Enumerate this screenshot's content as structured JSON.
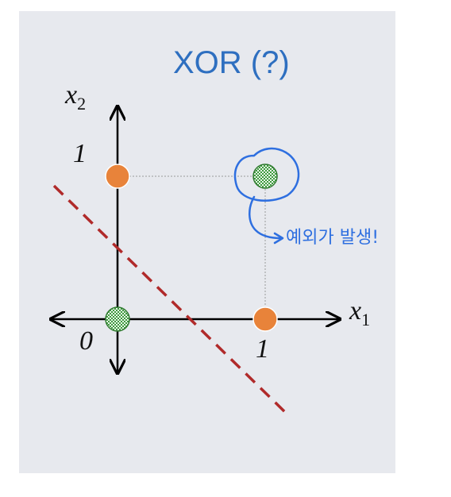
{
  "title": "XOR (?)",
  "axes": {
    "x": {
      "var": "x",
      "sub": "1"
    },
    "y": {
      "var": "x",
      "sub": "2"
    }
  },
  "ticks": {
    "origin": "0",
    "x_one": "1",
    "y_one": "1"
  },
  "points": [
    {
      "name": "point-0-0",
      "x": 0,
      "y": 0,
      "style": "green-checker"
    },
    {
      "name": "point-1-0",
      "x": 1,
      "y": 0,
      "style": "orange"
    },
    {
      "name": "point-0-1",
      "x": 0,
      "y": 1,
      "style": "orange"
    },
    {
      "name": "point-1-1",
      "x": 1,
      "y": 1,
      "style": "green-checker"
    }
  ],
  "annotation": {
    "text": "예외가 발생!"
  },
  "colors": {
    "panel_bg": "#e7e9ee",
    "title": "#2e6fc0",
    "orange": "#e8833a",
    "green": "#3e9a3e",
    "divider": "#b02a2a",
    "annotation": "#2e6fe0",
    "guide": "#9a9a9a"
  }
}
